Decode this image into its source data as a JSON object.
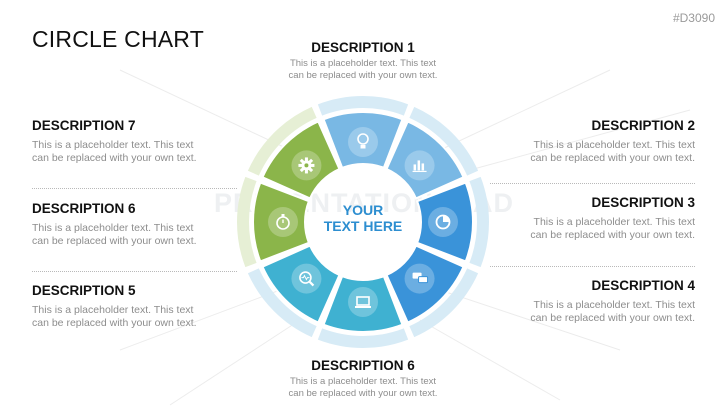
{
  "title": "CIRCLE CHART",
  "code": "#D3090",
  "watermark": "PRESENTATIONLOAD",
  "center": {
    "line1": "YOUR",
    "line2": "TEXT HERE"
  },
  "colors": {
    "green": "#8bb54a",
    "light_blue": "#79b8e4",
    "mid_blue": "#3a93d9",
    "teal": "#3fb1d1",
    "center_text": "#2d8ed0",
    "ring_blue": "#d7ebf6",
    "ring_green": "#e6efd5"
  },
  "descriptions": [
    {
      "id": "d1",
      "title": "DESCRIPTION 1",
      "text": "This is a placeholder text. This text\ncan be replaced with your own text."
    },
    {
      "id": "d2",
      "title": "DESCRIPTION 2",
      "text": "This is a placeholder text. This text\ncan be replaced with your own text."
    },
    {
      "id": "d3",
      "title": "DESCRIPTION 3",
      "text": "This is a placeholder text. This text\ncan be replaced with your own text."
    },
    {
      "id": "d4",
      "title": "DESCRIPTION 4",
      "text": "This is a placeholder text. This text\ncan be replaced with your own text."
    },
    {
      "id": "d5",
      "title": "DESCRIPTION 5",
      "text": "This is a placeholder text. This text\ncan be replaced with your own text."
    },
    {
      "id": "d6",
      "title": "DESCRIPTION 6",
      "text": "This is a placeholder text. This text\ncan be replaced with your own text."
    },
    {
      "id": "d7",
      "title": "DESCRIPTION 7",
      "text": "This is a placeholder text. This text\ncan be replaced with your own text."
    },
    {
      "id": "d6b",
      "title": "DESCRIPTION 6",
      "text": "This is a placeholder text. This text\ncan be replaced with your own text."
    }
  ],
  "segments": [
    {
      "icon": "lightbulb-icon",
      "color": "light_blue"
    },
    {
      "icon": "bar-chart-icon",
      "color": "light_blue"
    },
    {
      "icon": "pie-chart-icon",
      "color": "mid_blue"
    },
    {
      "icon": "chat-bubbles-icon",
      "color": "mid_blue"
    },
    {
      "icon": "laptop-icon",
      "color": "teal"
    },
    {
      "icon": "magnifier-pulse-icon",
      "color": "teal"
    },
    {
      "icon": "stopwatch-icon",
      "color": "green"
    },
    {
      "icon": "gear-icon",
      "color": "green"
    }
  ]
}
